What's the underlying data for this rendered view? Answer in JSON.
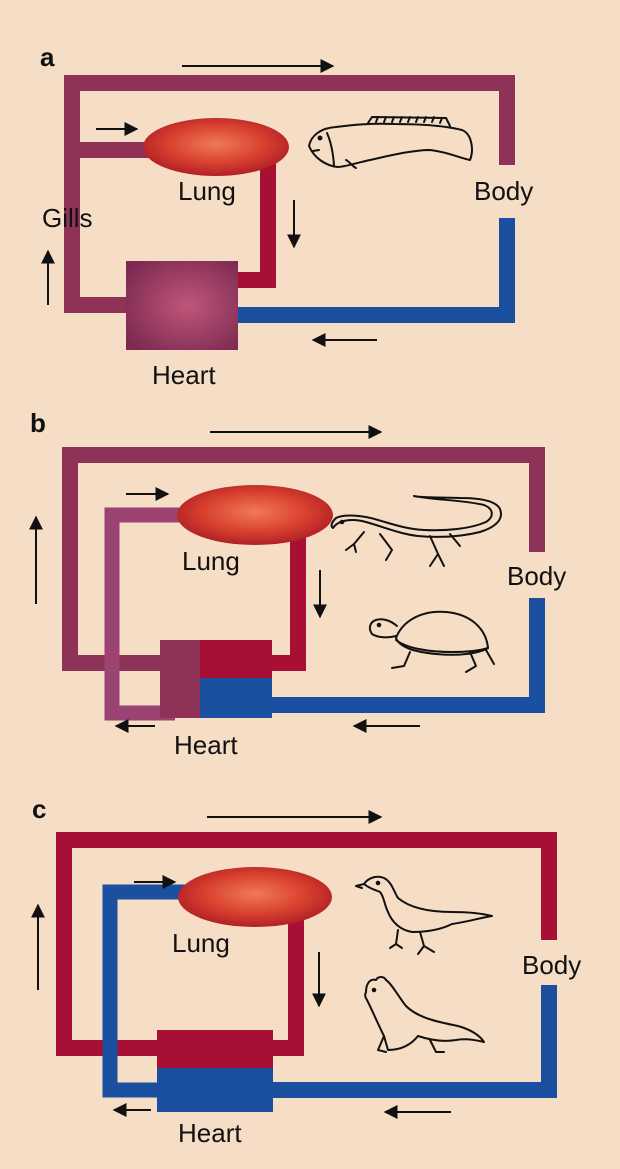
{
  "colors": {
    "background": "#f6ddc5",
    "oxygenated": "#a70f35",
    "mixed": "#8e3257",
    "deoxygenated": "#1b4fa0",
    "mixed_light": "#9b4474",
    "arrow": "#111111"
  },
  "panels": {
    "a": {
      "letter": "a",
      "lung": "Lung",
      "gills": "Gills",
      "body": "Body",
      "heart": "Heart",
      "animals": [
        "lungfish-icon"
      ]
    },
    "b": {
      "letter": "b",
      "lung": "Lung",
      "body": "Body",
      "heart": "Heart",
      "animals": [
        "lizard-icon",
        "turtle-icon"
      ]
    },
    "c": {
      "letter": "c",
      "lung": "Lung",
      "body": "Body",
      "heart": "Heart",
      "animals": [
        "bird-icon",
        "mammal-icon"
      ]
    }
  }
}
